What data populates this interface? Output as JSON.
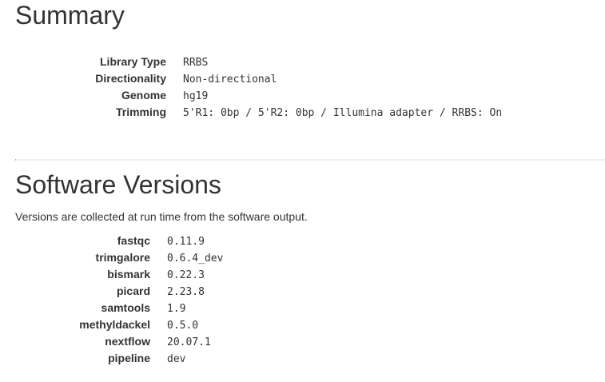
{
  "summary": {
    "title": "Summary",
    "rows": [
      {
        "key": "Library Type",
        "value": "RRBS"
      },
      {
        "key": "Directionality",
        "value": "Non-directional"
      },
      {
        "key": "Genome",
        "value": "hg19"
      },
      {
        "key": "Trimming",
        "value": "5'R1: 0bp / 5'R2: 0bp / Illumina adapter / RRBS: On"
      }
    ]
  },
  "software": {
    "title": "Software Versions",
    "description": "Versions are collected at run time from the software output.",
    "rows": [
      {
        "key": "fastqc",
        "value": "0.11.9"
      },
      {
        "key": "trimgalore",
        "value": "0.6.4_dev"
      },
      {
        "key": "bismark",
        "value": "0.22.3"
      },
      {
        "key": "picard",
        "value": "2.23.8"
      },
      {
        "key": "samtools",
        "value": "1.9"
      },
      {
        "key": "methyldackel",
        "value": "0.5.0"
      },
      {
        "key": "nextflow",
        "value": "20.07.1"
      },
      {
        "key": "pipeline",
        "value": "dev"
      }
    ]
  }
}
